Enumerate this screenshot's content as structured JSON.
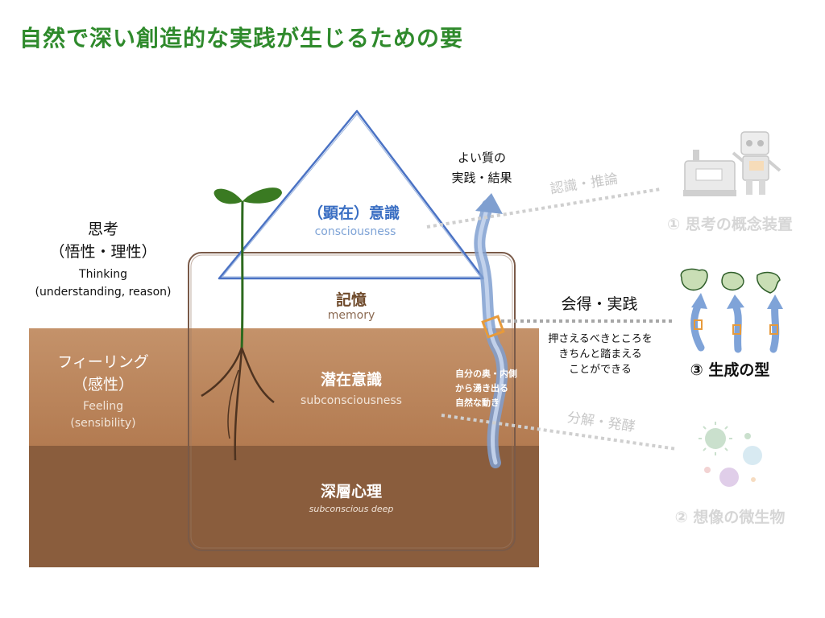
{
  "title": "自然で深い創造的な実践が生じるための要",
  "layers": {
    "consciousness": {
      "jp": "（顕在）意識",
      "en": "consciousness"
    },
    "memory": {
      "jp": "記憶",
      "en": "memory"
    },
    "subconscious": {
      "jp": "潜在意識",
      "en": "subconsciousness"
    },
    "deep": {
      "jp": "深層心理",
      "en": "subconscious deep"
    }
  },
  "thinking": {
    "l1": "思考",
    "l2": "（悟性・理性）",
    "en1": "Thinking",
    "en2": "(understanding, reason)"
  },
  "feeling": {
    "l1": "フィーリング",
    "l2": "（感性）",
    "en1": "Feeling",
    "en2": "(sensibility)"
  },
  "result": {
    "l1": "よい質の",
    "l2": "実践・結果"
  },
  "inner": {
    "l1": "自分の奥・内側",
    "l2": "から湧き出る",
    "l3": "自然な動き"
  },
  "links": {
    "recognition": "認識・推論",
    "practice": "会得・実践",
    "practice_desc": {
      "l1": "押さえるべきところを",
      "l2": "きちんと踏まえる",
      "l3": "ことができる"
    },
    "decomposition": "分解・発酵"
  },
  "items": {
    "concept_device": "① 思考の概念装置",
    "forms": "③ 生成の型",
    "microbes": "② 想像の微生物"
  },
  "colors": {
    "title": "#2f8a2c",
    "triangle": "#4a72c4",
    "soil_top": "#c4926a",
    "soil_bottom": "#8a5d3d"
  }
}
